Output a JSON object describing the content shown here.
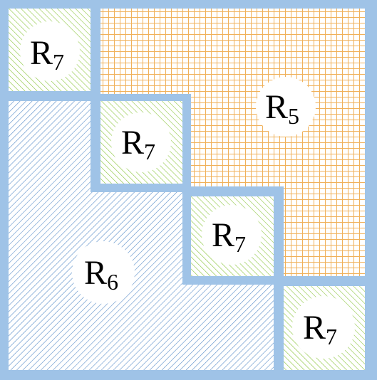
{
  "colors": {
    "border": "#9fc3e7",
    "r5_hatch": "#f0b15a",
    "r6_hatch": "#5b8fc9",
    "r7_hatch": "#8cc63f",
    "label_bg": "#ffffff"
  },
  "regions": {
    "r5": {
      "label_main": "R",
      "label_sub": "5"
    },
    "r6": {
      "label_main": "R",
      "label_sub": "6"
    },
    "r7_a": {
      "label_main": "R",
      "label_sub": "7"
    },
    "r7_b": {
      "label_main": "R",
      "label_sub": "7"
    },
    "r7_c": {
      "label_main": "R",
      "label_sub": "7"
    },
    "r7_d": {
      "label_main": "R",
      "label_sub": "7"
    }
  }
}
